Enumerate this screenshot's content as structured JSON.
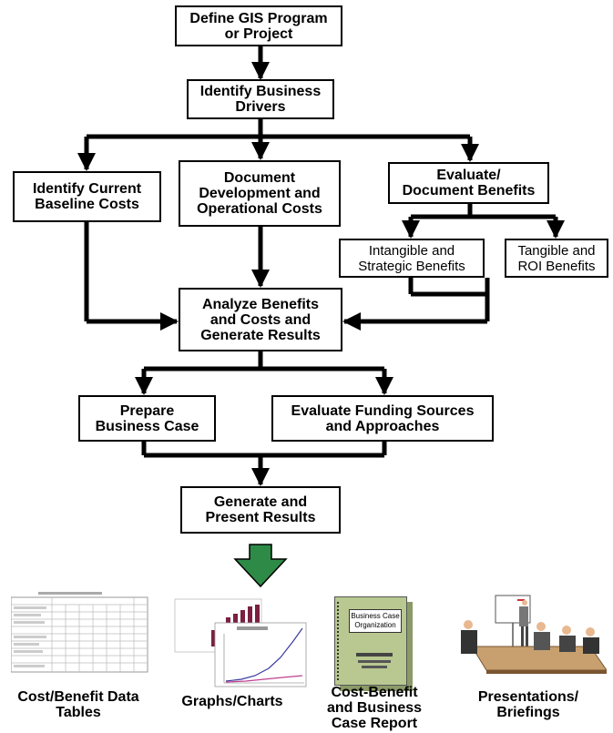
{
  "nodes": {
    "define": "Define GIS Program\nor Project",
    "drivers": "Identify Business\nDrivers",
    "baseline": "Identify Current\nBaseline Costs",
    "document": "Document\nDevelopment and\nOperational Costs",
    "evaluate": "Evaluate/\nDocument Benefits",
    "intangible": "Intangible and\nStrategic Benefits",
    "tangible": "Tangible and\nROI Benefits",
    "analyze": "Analyze Benefits\nand Costs and\nGenerate Results",
    "prepare": "Prepare\nBusiness Case",
    "funding": "Evaluate Funding Sources\nand Approaches",
    "generate": "Generate and\nPresent Results"
  },
  "outputs": {
    "tables": "Cost/Benefit Data\nTables",
    "graphs": "Graphs/Charts",
    "report": "Cost-Benefit\nand Business\nCase Report",
    "presentations": "Presentations/\nBriefings"
  },
  "report_cover": {
    "title": "Business Case\nOrganization"
  },
  "colors": {
    "arrow_green": "#2e8b47",
    "report_cover": "#b8c890"
  }
}
